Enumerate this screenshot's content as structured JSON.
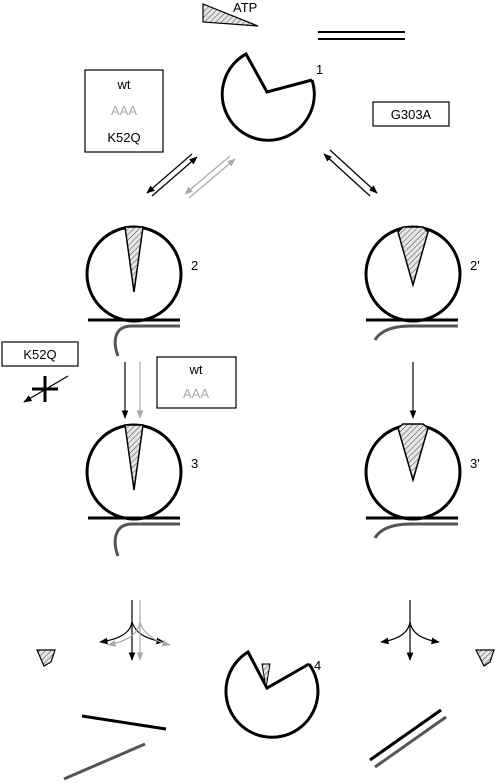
{
  "atp_label": "ATP",
  "states": {
    "s1": "1",
    "s2": "2",
    "s2p": "2'",
    "s3": "3",
    "s3p": "3'",
    "s4": "4"
  },
  "box_top": {
    "wt": "wt",
    "aaa": "AAA",
    "k52q": "K52Q"
  },
  "box_g303a": "G303A",
  "box_k52q": "K52Q",
  "box_mid": {
    "wt": "wt",
    "aaa": "AAA"
  },
  "colors": {
    "black": "#000000",
    "grey": "#aaaaaa",
    "dark_grey": "#555555"
  }
}
